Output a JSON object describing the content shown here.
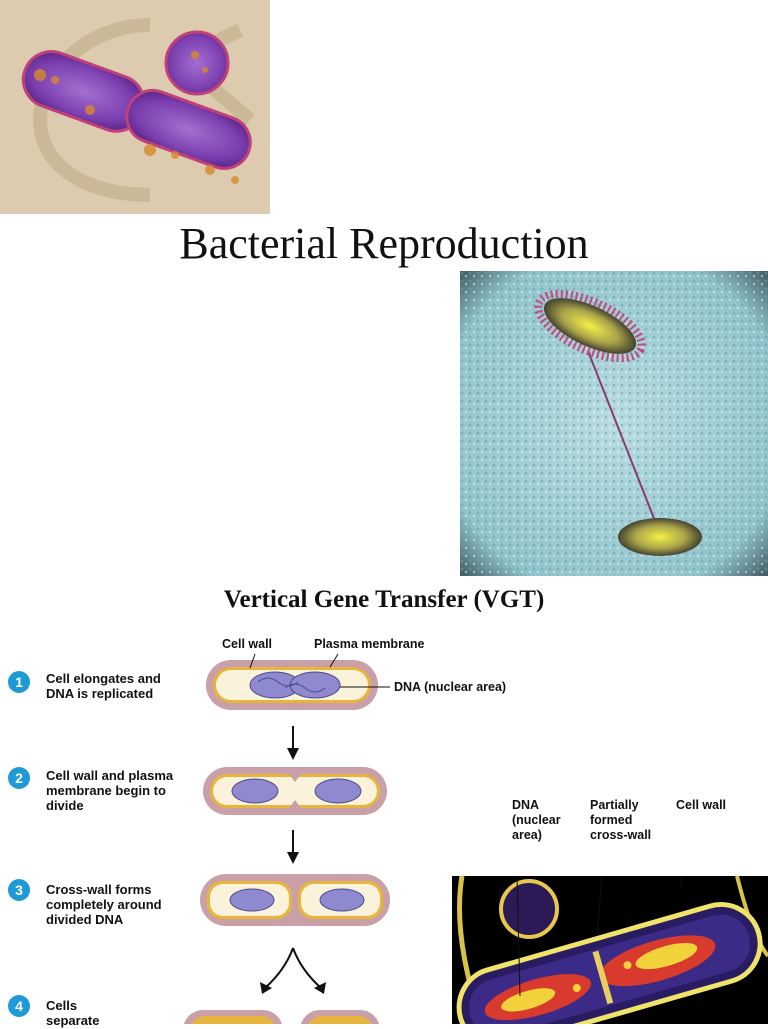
{
  "title": "Bacterial Reproduction",
  "subtitle": "Vertical Gene Transfer (VGT)",
  "steps": [
    {
      "number": "1",
      "text": "Cell elongates and DNA is replicated"
    },
    {
      "number": "2",
      "text": "Cell wall and plasma membrane begin to divide"
    },
    {
      "number": "3",
      "text": "Cross-wall forms completely around divided DNA"
    },
    {
      "number": "4",
      "text": "Cells separate"
    }
  ],
  "diagram_labels": {
    "cell_wall": "Cell wall",
    "plasma_membrane": "Plasma membrane",
    "dna": "DNA (nuclear area)"
  },
  "micrograph_labels": {
    "dna": "DNA (nuclear area)",
    "cross_wall": "Partially formed cross-wall",
    "cell_wall": "Cell wall"
  },
  "colors": {
    "step_badge": "#1e9ad6",
    "cell_outer": "#c9a0a8",
    "cell_yellow": "#e7b53b",
    "cell_inner": "#fbf2dc",
    "dna": "#8f8ad0"
  }
}
